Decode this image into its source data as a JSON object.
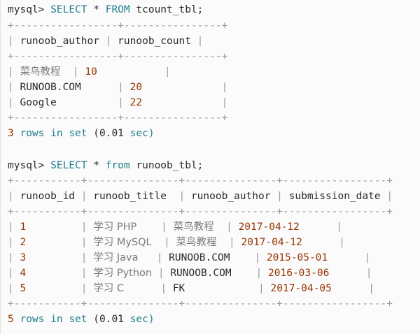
{
  "query1": {
    "prompt": "mysql>",
    "parts": [
      "SELECT",
      "*",
      "FROM",
      "tcount_tbl;"
    ],
    "border": "+-----------------+----------------+",
    "header": [
      "runoob_author",
      "runoob_count"
    ],
    "rows": [
      [
        "菜鸟教程",
        "10"
      ],
      [
        "RUNOOB.COM",
        "20"
      ],
      [
        "Google",
        "22"
      ]
    ],
    "result": [
      "3",
      "rows",
      "in",
      "set",
      "(0.01",
      "sec)"
    ]
  },
  "query2": {
    "prompt": "mysql>",
    "parts": [
      "SELECT",
      "*",
      "from",
      "runoob_tbl;"
    ],
    "border": "+-----------+---------------+---------------+-----------------+",
    "header": [
      "runoob_id",
      "runoob_title",
      "runoob_author",
      "submission_date"
    ],
    "rows": [
      [
        "1",
        "学习 PHP",
        "菜鸟教程",
        "2017-04-12"
      ],
      [
        "2",
        "学习 MySQL",
        "菜鸟教程",
        "2017-04-12"
      ],
      [
        "3",
        "学习 Java",
        "RUNOOB.COM",
        "2015-05-01"
      ],
      [
        "4",
        "学习 Python",
        "RUNOOB.COM",
        "2016-03-06"
      ],
      [
        "5",
        "学习 C",
        "FK",
        "2017-04-05"
      ]
    ],
    "result": [
      "5",
      "rows",
      "in",
      "set",
      "(0.01",
      "sec)"
    ]
  }
}
